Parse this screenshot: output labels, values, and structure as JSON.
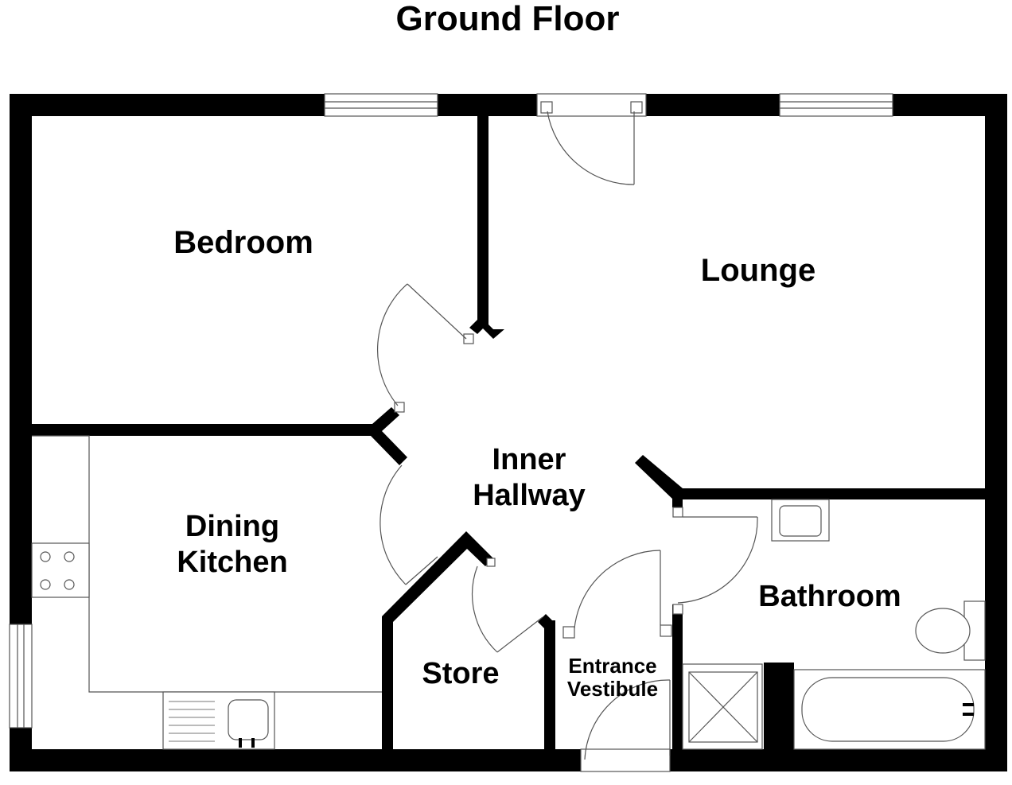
{
  "title": "Ground Floor",
  "colors": {
    "wall": "#000000",
    "fixture": "#555555",
    "background": "#ffffff"
  },
  "rooms": {
    "bedroom": "Bedroom",
    "lounge": "Lounge",
    "inner_hallway_1": "Inner",
    "inner_hallway_2": "Hallway",
    "dining_kitchen_1": "Dining",
    "dining_kitchen_2": "Kitchen",
    "store": "Store",
    "entrance_vestibule_1": "Entrance",
    "entrance_vestibule_2": "Vestibule",
    "bathroom": "Bathroom"
  }
}
